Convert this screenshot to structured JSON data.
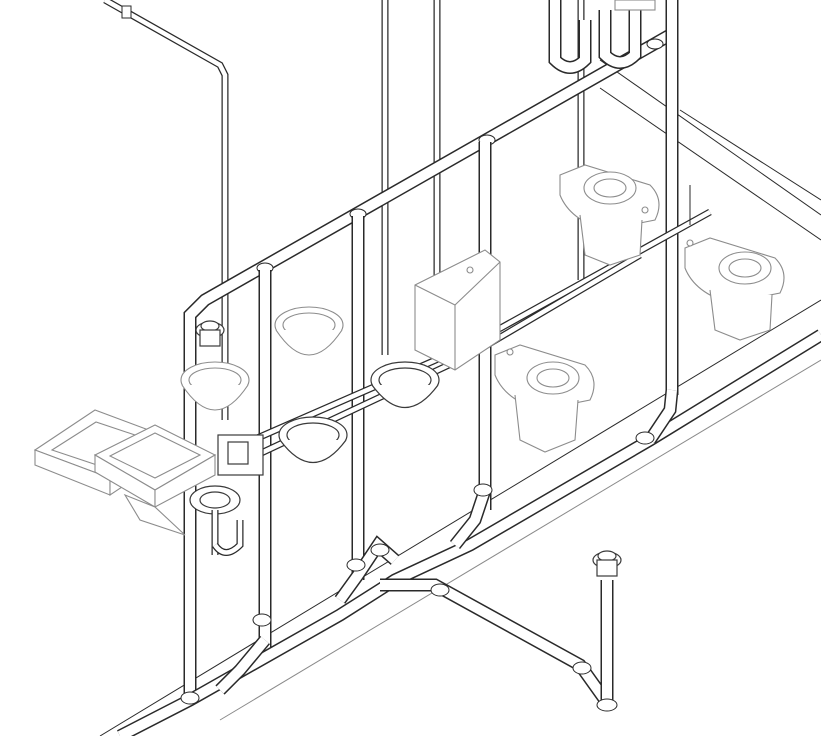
{
  "drawing": {
    "kind": "isometric plumbing riser diagram",
    "line_color": "#2a2a2a",
    "fixture_color": "#8c8c8c",
    "background": "#ffffff",
    "fixtures": [
      {
        "type": "water closet",
        "count": 3
      },
      {
        "type": "lavatory basin",
        "count": 4
      },
      {
        "type": "floor drain",
        "count": 2
      },
      {
        "type": "sink",
        "count": 2
      },
      {
        "type": "tank",
        "count": 1
      }
    ]
  }
}
